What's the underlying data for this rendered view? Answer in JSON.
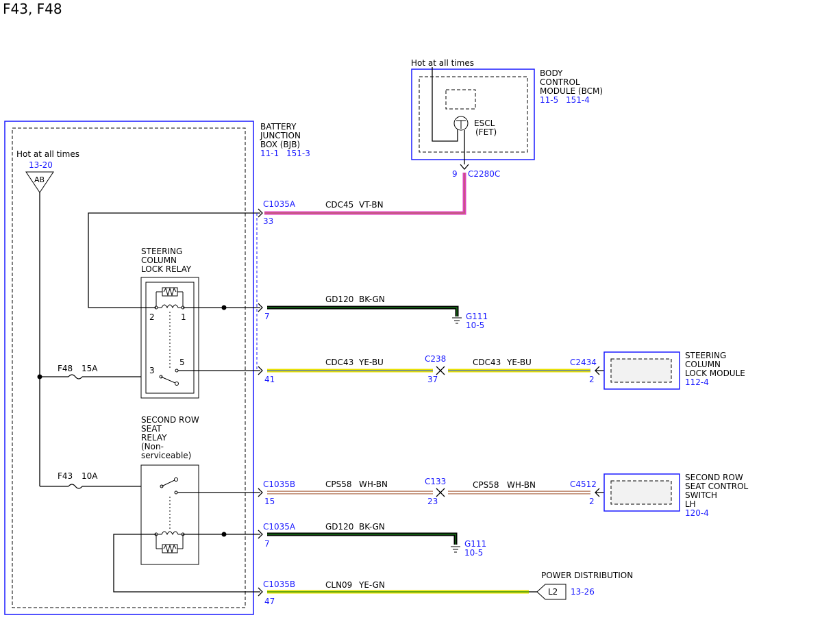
{
  "page_title": "F43, F48",
  "bjb": {
    "name_lines": [
      "BATTERY",
      "JUNCTION",
      "BOX (BJB)"
    ],
    "refs": [
      "11-1",
      "151-3"
    ],
    "hot_label": "Hot at all times",
    "hot_ref": "13-20",
    "bus_label": "AB"
  },
  "bcm": {
    "hot_label": "Hot at all times",
    "name_lines": [
      "BODY",
      "CONTROL",
      "MODULE (BCM)"
    ],
    "refs": [
      "11-5",
      "151-4"
    ],
    "escl_lines": [
      "ESCL",
      "(FET)"
    ],
    "pin": "9",
    "connector": "C2280C"
  },
  "steering_relay": {
    "name_lines": [
      "STEERING",
      "COLUMN",
      "LOCK RELAY"
    ],
    "pins": [
      "2",
      "1",
      "3",
      "5"
    ]
  },
  "seat_relay": {
    "name_lines": [
      "SECOND ROW",
      "SEAT",
      "RELAY",
      "(Non-",
      "serviceable)"
    ]
  },
  "fuses": [
    {
      "id": "F48",
      "rating": "15A"
    },
    {
      "id": "F43",
      "rating": "10A"
    }
  ],
  "circuits": [
    {
      "connector": "C1035A",
      "pin": "33",
      "circuit": "CDC45",
      "color": "VT-BN"
    },
    {
      "connector": "",
      "pin": "7",
      "circuit": "GD120",
      "color": "BK-GN",
      "ground": "G111",
      "ground_ref": "10-5"
    },
    {
      "connector": "",
      "pin": "41",
      "circuit": "CDC43",
      "color": "YE-BU",
      "mid_connector": "C238",
      "mid_pin": "37",
      "circuit2": "CDC43",
      "color2": "YE-BU",
      "far_connector": "C2434",
      "far_pin": "2"
    },
    {
      "connector": "C1035B",
      "pin": "15",
      "circuit": "CPS58",
      "color": "WH-BN",
      "mid_connector": "C133",
      "mid_pin": "23",
      "circuit2": "CPS58",
      "color2": "WH-BN",
      "far_connector": "C4512",
      "far_pin": "2"
    },
    {
      "connector": "C1035A",
      "pin": "7",
      "circuit": "GD120",
      "color": "BK-GN",
      "ground": "G111",
      "ground_ref": "10-5"
    },
    {
      "connector": "C1035B",
      "pin": "47",
      "circuit": "CLN09",
      "color": "YE-GN"
    }
  ],
  "sclm": {
    "name_lines": [
      "STEERING",
      "COLUMN",
      "LOCK MODULE"
    ],
    "ref": "112-4"
  },
  "seat_switch": {
    "name_lines": [
      "SECOND ROW",
      "SEAT CONTROL",
      "SWITCH",
      "LH"
    ],
    "ref": "120-4"
  },
  "power_distribution": {
    "label": "POWER DISTRIBUTION",
    "tag": "L2",
    "ref": "13-26"
  },
  "colors": {
    "block_outline": "#1a1aff",
    "label_blue": "#1a1aff",
    "wire_violet": "#e040c0",
    "wire_brown": "#b07050",
    "wire_black": "#000000",
    "wire_green": "#1a8a1a",
    "wire_yellow": "#e8e000",
    "wire_blue": "#3a6ad0",
    "wire_white": "#ffffff",
    "module_fill": "#f2f2f2"
  }
}
